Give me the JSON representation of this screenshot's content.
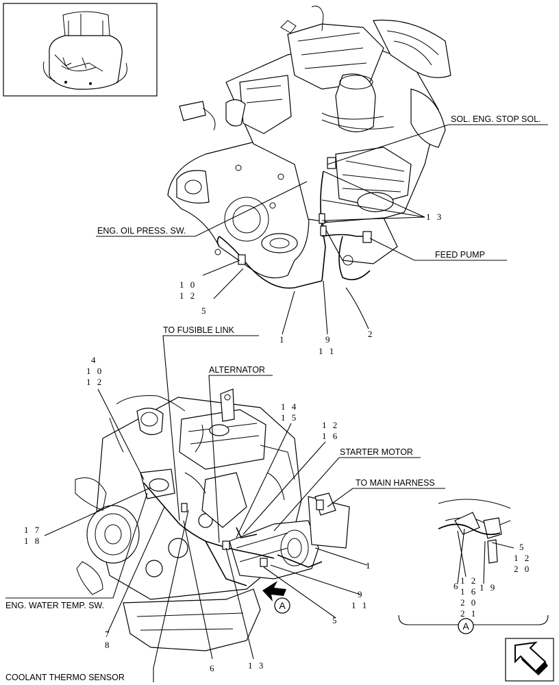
{
  "labels": {
    "sol_eng_stop": "SOL. ENG. STOP SOL.",
    "eng_oil_press": "ENG. OIL PRESS. SW.",
    "feed_pump": "FEED PUMP",
    "to_fusible_link": "TO FUSIBLE LINK",
    "alternator": "ALTERNATOR",
    "starter_motor": "STARTER MOTOR",
    "to_main_harness": "TO MAIN HARNESS",
    "eng_water_temp": "ENG. WATER TEMP. SW.",
    "coolant_thermo": "COOLANT THERMO SENSOR"
  },
  "callouts": {
    "top": {
      "c13": "1 3",
      "c10": "1 0",
      "c12": "1 2",
      "c5": "5",
      "c1": "1",
      "c9": "9",
      "c11": "1 1",
      "c2": "2"
    },
    "bottom": {
      "c4": "4",
      "c10": "1 0",
      "c12": "1 2",
      "c14": "1 4",
      "c15": "1 5",
      "c12b": "1 2",
      "c16": "1 6",
      "c17": "1 7",
      "c18": "1 8",
      "c1": "1",
      "c9": "9",
      "c11": "1 1",
      "c5": "5",
      "c7": "7",
      "c8": "8",
      "c6": "6",
      "c13": "1 3"
    },
    "detail": {
      "c5": "5",
      "c12": "1 2",
      "c20": "2 0",
      "c12b": "1 2",
      "c16": "1 6",
      "c20b": "2 0",
      "c21": "2 1",
      "c6": "6",
      "c19": "1 9"
    }
  },
  "view_marker": "A",
  "detail_marker": "A"
}
